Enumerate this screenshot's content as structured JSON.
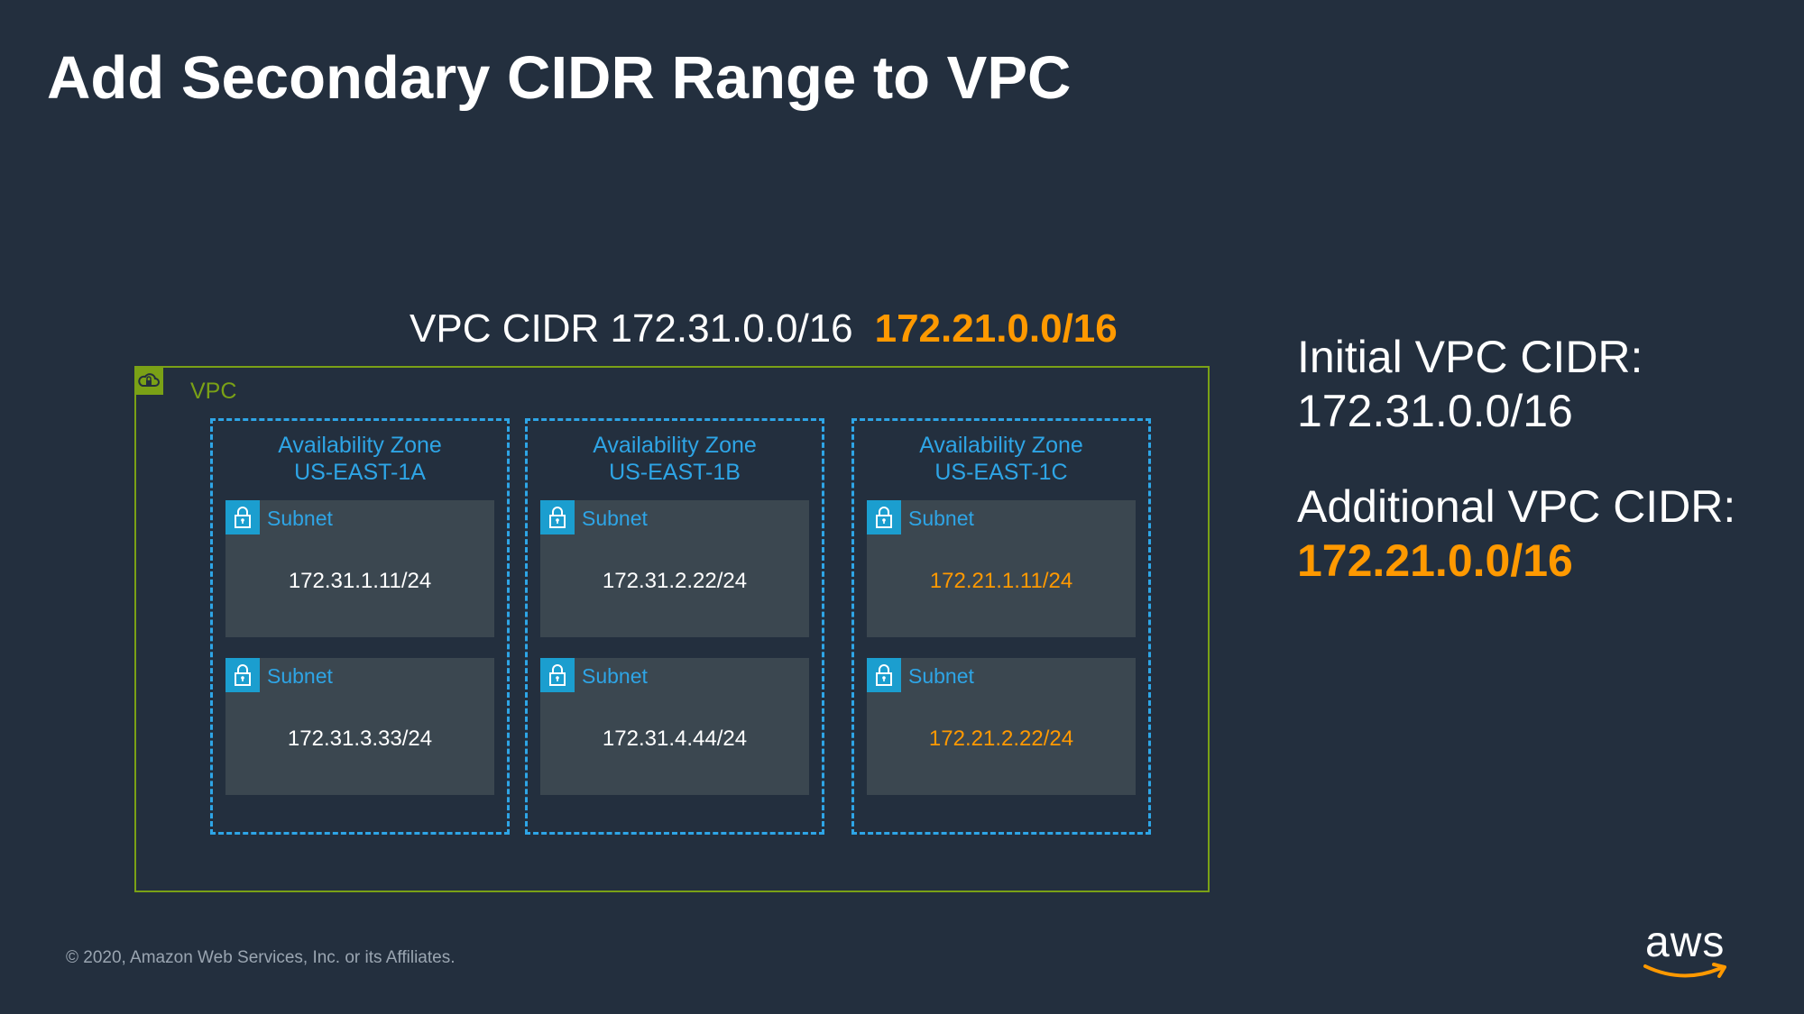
{
  "slide": {
    "title": "Add Secondary CIDR Range to VPC",
    "copyright": "© 2020, Amazon Web Services, Inc. or its Affiliates.",
    "logo_text": "aws"
  },
  "diagram": {
    "cidr_heading": "VPC CIDR 172.31.0.0/16",
    "cidr_added": "172.21.0.0/16",
    "vpc_label": "VPC",
    "availability_zones": [
      {
        "title": "Availability Zone",
        "name": "US-EAST-1A",
        "subnets": [
          {
            "label": "Subnet",
            "cidr": "172.31.1.11/24"
          },
          {
            "label": "Subnet",
            "cidr": "172.31.3.33/24"
          }
        ]
      },
      {
        "title": "Availability Zone",
        "name": "US-EAST-1B",
        "subnets": [
          {
            "label": "Subnet",
            "cidr": "172.31.2.22/24"
          },
          {
            "label": "Subnet",
            "cidr": "172.31.4.44/24"
          }
        ]
      },
      {
        "title": "Availability Zone",
        "name": "US-EAST-1C",
        "subnets": [
          {
            "label": "Subnet",
            "cidr": "172.21.1.11/24"
          },
          {
            "label": "Subnet",
            "cidr": "172.21.2.22/24"
          }
        ]
      }
    ]
  },
  "side_panel": {
    "initial_label": "Initial VPC CIDR:",
    "initial_value": "172.31.0.0/16",
    "additional_label": "Additional VPC CIDR:",
    "additional_value": "172.21.0.0/16"
  },
  "colors": {
    "background": "#232f3e",
    "accent_orange": "#ff9900",
    "vpc_green": "#7aa116",
    "az_blue": "#2ea5e6",
    "subnet_fill": "#3b4750"
  },
  "icons": [
    "vpc-cloud-icon",
    "lock-icon",
    "aws-smile-icon"
  ]
}
